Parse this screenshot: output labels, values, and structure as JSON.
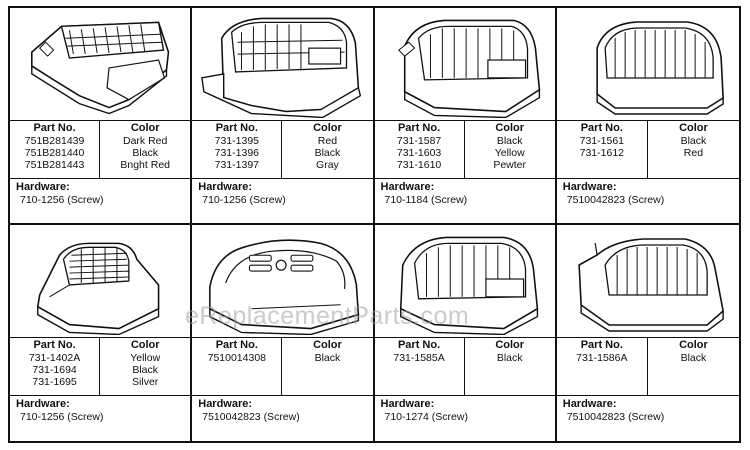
{
  "watermark": "eReplacementParts.com",
  "labels": {
    "part_no": "Part No.",
    "color": "Color",
    "hardware": "Hardware:"
  },
  "items": [
    {
      "parts": [
        "751B281439",
        "751B281440",
        "751B281443"
      ],
      "colors": [
        "Dark Red",
        "Black",
        "Bnght Red"
      ],
      "hardware": "710-1256 (Screw)",
      "icon": "engine-shroud-icon"
    },
    {
      "parts": [
        "731-1395",
        "731-1396",
        "731-1397"
      ],
      "colors": [
        "Red",
        "Black",
        "Gray"
      ],
      "hardware": "710-1256 (Screw)",
      "icon": "engine-shroud-icon"
    },
    {
      "parts": [
        "731-1587",
        "731-1603",
        "731-1610"
      ],
      "colors": [
        "Black",
        "Yellow",
        "Pewter"
      ],
      "hardware": "710-1184 (Screw)",
      "icon": "engine-shroud-icon"
    },
    {
      "parts": [
        "731-1561",
        "731-1612"
      ],
      "colors": [
        "Black",
        "Red"
      ],
      "hardware": "7510042823 (Screw)",
      "icon": "engine-shroud-icon"
    },
    {
      "parts": [
        "731-1402A",
        "731-1694",
        "731-1695"
      ],
      "colors": [
        "Yellow",
        "Black",
        "Silver"
      ],
      "hardware": "710-1256 (Screw)",
      "icon": "engine-shroud-icon"
    },
    {
      "parts": [
        "7510014308"
      ],
      "colors": [
        "Black"
      ],
      "hardware": "7510042823 (Screw)",
      "icon": "engine-shroud-icon"
    },
    {
      "parts": [
        "731-1585A"
      ],
      "colors": [
        "Black"
      ],
      "hardware": "710-1274 (Screw)",
      "icon": "engine-shroud-icon"
    },
    {
      "parts": [
        "731-1586A"
      ],
      "colors": [
        "Black"
      ],
      "hardware": "7510042823 (Screw)",
      "icon": "engine-shroud-icon"
    }
  ]
}
